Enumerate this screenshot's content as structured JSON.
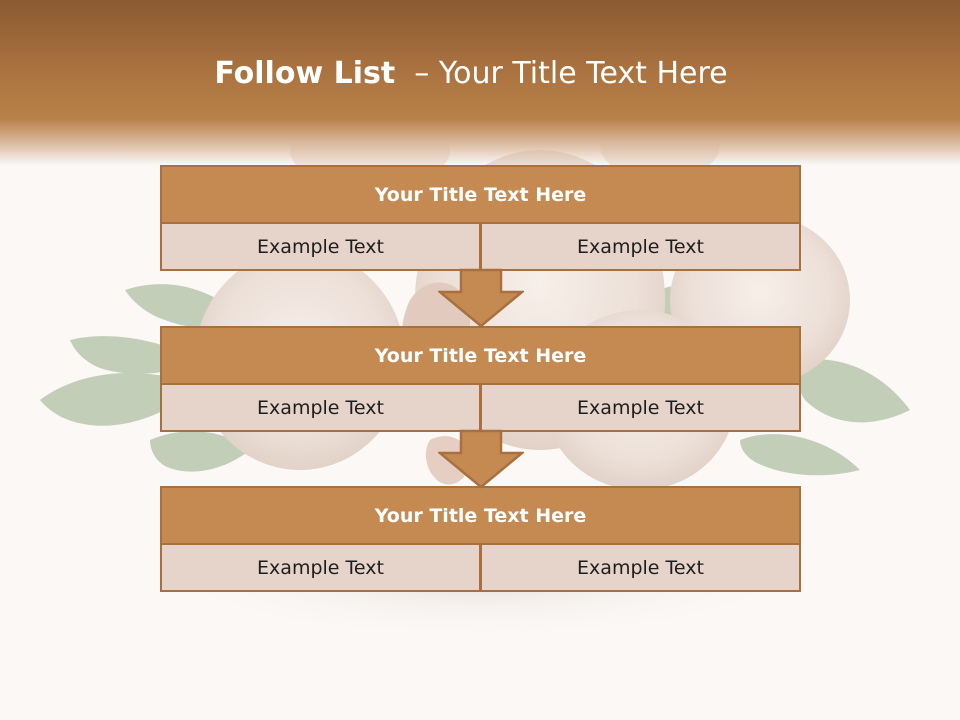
{
  "slide": {
    "title_bold": "Follow List",
    "title_rest": "  – Your Title Text Here"
  },
  "boxes": [
    {
      "title": "Your Title Text Here",
      "left": "Example Text",
      "right": "Example Text"
    },
    {
      "title": "Your Title Text Here",
      "left": "Example Text",
      "right": "Example Text"
    },
    {
      "title": "Your Title Text Here",
      "left": "Example Text",
      "right": "Example Text"
    }
  ],
  "colors": {
    "header": "#a8713f",
    "title_box": "#c48a52",
    "cell_box": "#e6d3c9",
    "border": "#a8703e",
    "background_photo": "garlic-and-parsley"
  }
}
